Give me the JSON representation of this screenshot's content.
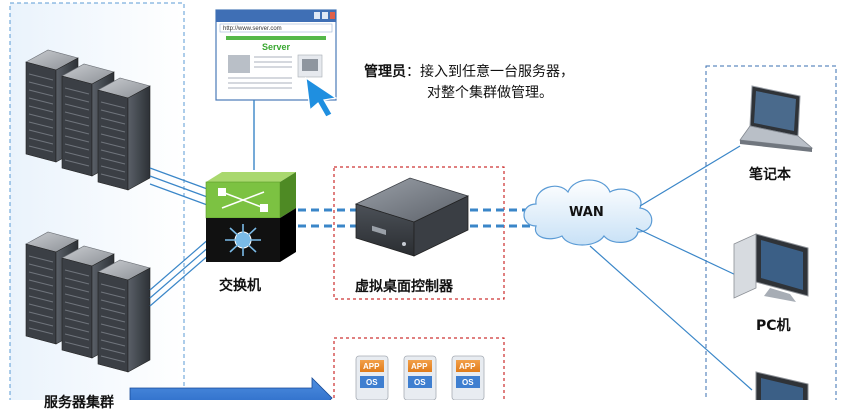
{
  "browser": {
    "url": "http://www.server.com",
    "title": "Server"
  },
  "admin": {
    "label": "管理员",
    "sep": "：",
    "line1": "接入到任意一台服务器，",
    "line2": "对整个集群做管理。"
  },
  "switch": {
    "label": "交换机"
  },
  "controller": {
    "label": "虚拟桌面控制器"
  },
  "wan": {
    "label": "WAN"
  },
  "clients": {
    "laptop": "笔记本",
    "pc": "PC机"
  },
  "cluster": {
    "label": "服务器集群"
  },
  "vm": [
    {
      "app": "APP",
      "os": "OS"
    },
    {
      "app": "APP",
      "os": "OS"
    },
    {
      "app": "APP",
      "os": "OS"
    }
  ],
  "colors": {
    "cluster_border": "#5b9bd5",
    "switch_top": "#7cc242",
    "switch_bottom": "#111111",
    "controller_box": "#c00000",
    "link": "#3a86c8",
    "arrow": "#1f5fbf"
  }
}
